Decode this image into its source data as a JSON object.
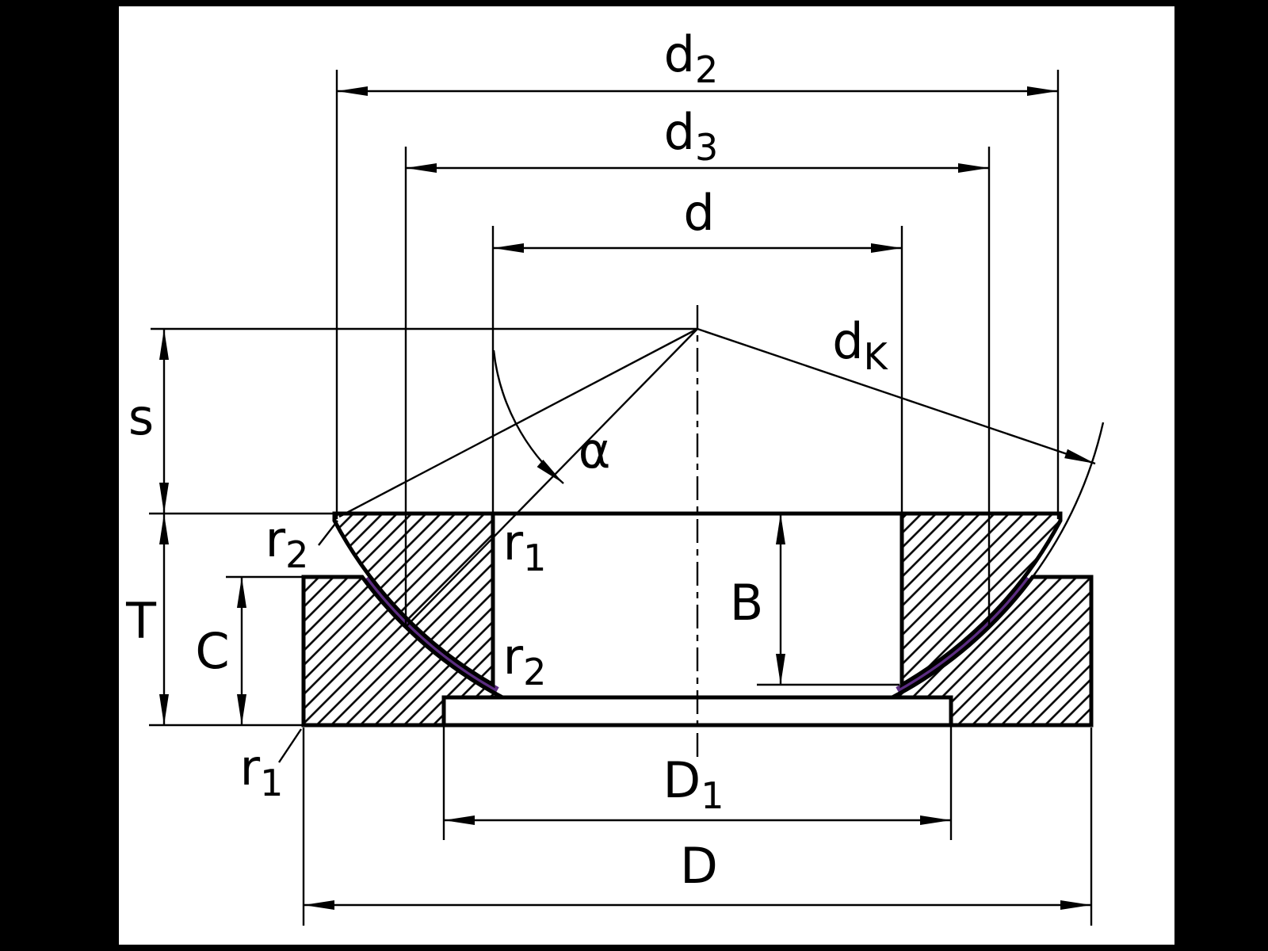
{
  "diagram": {
    "kind": "axial-spherical-plain-bearing-cross-section",
    "colors": {
      "background": "#000000",
      "paper": "#ffffff",
      "ink": "#000000",
      "sliding_surface_accent": "#5c2d82"
    },
    "labels": {
      "d2": {
        "main": "d",
        "sub": "2"
      },
      "d3": {
        "main": "d",
        "sub": "3"
      },
      "d": {
        "main": "d"
      },
      "dK": {
        "main": "d",
        "sub": "K"
      },
      "s": {
        "main": "s"
      },
      "alpha": {
        "main": "α"
      },
      "r2_outer": {
        "main": "r",
        "sub": "2"
      },
      "r1_bore_top": {
        "main": "r",
        "sub": "1"
      },
      "r2_bore_bottom": {
        "main": "r",
        "sub": "2"
      },
      "r1_bottom": {
        "main": "r",
        "sub": "1"
      },
      "T": {
        "main": "T"
      },
      "C": {
        "main": "C"
      },
      "B": {
        "main": "B"
      },
      "D1": {
        "main": "D",
        "sub": "1"
      },
      "D": {
        "main": "D"
      }
    }
  }
}
